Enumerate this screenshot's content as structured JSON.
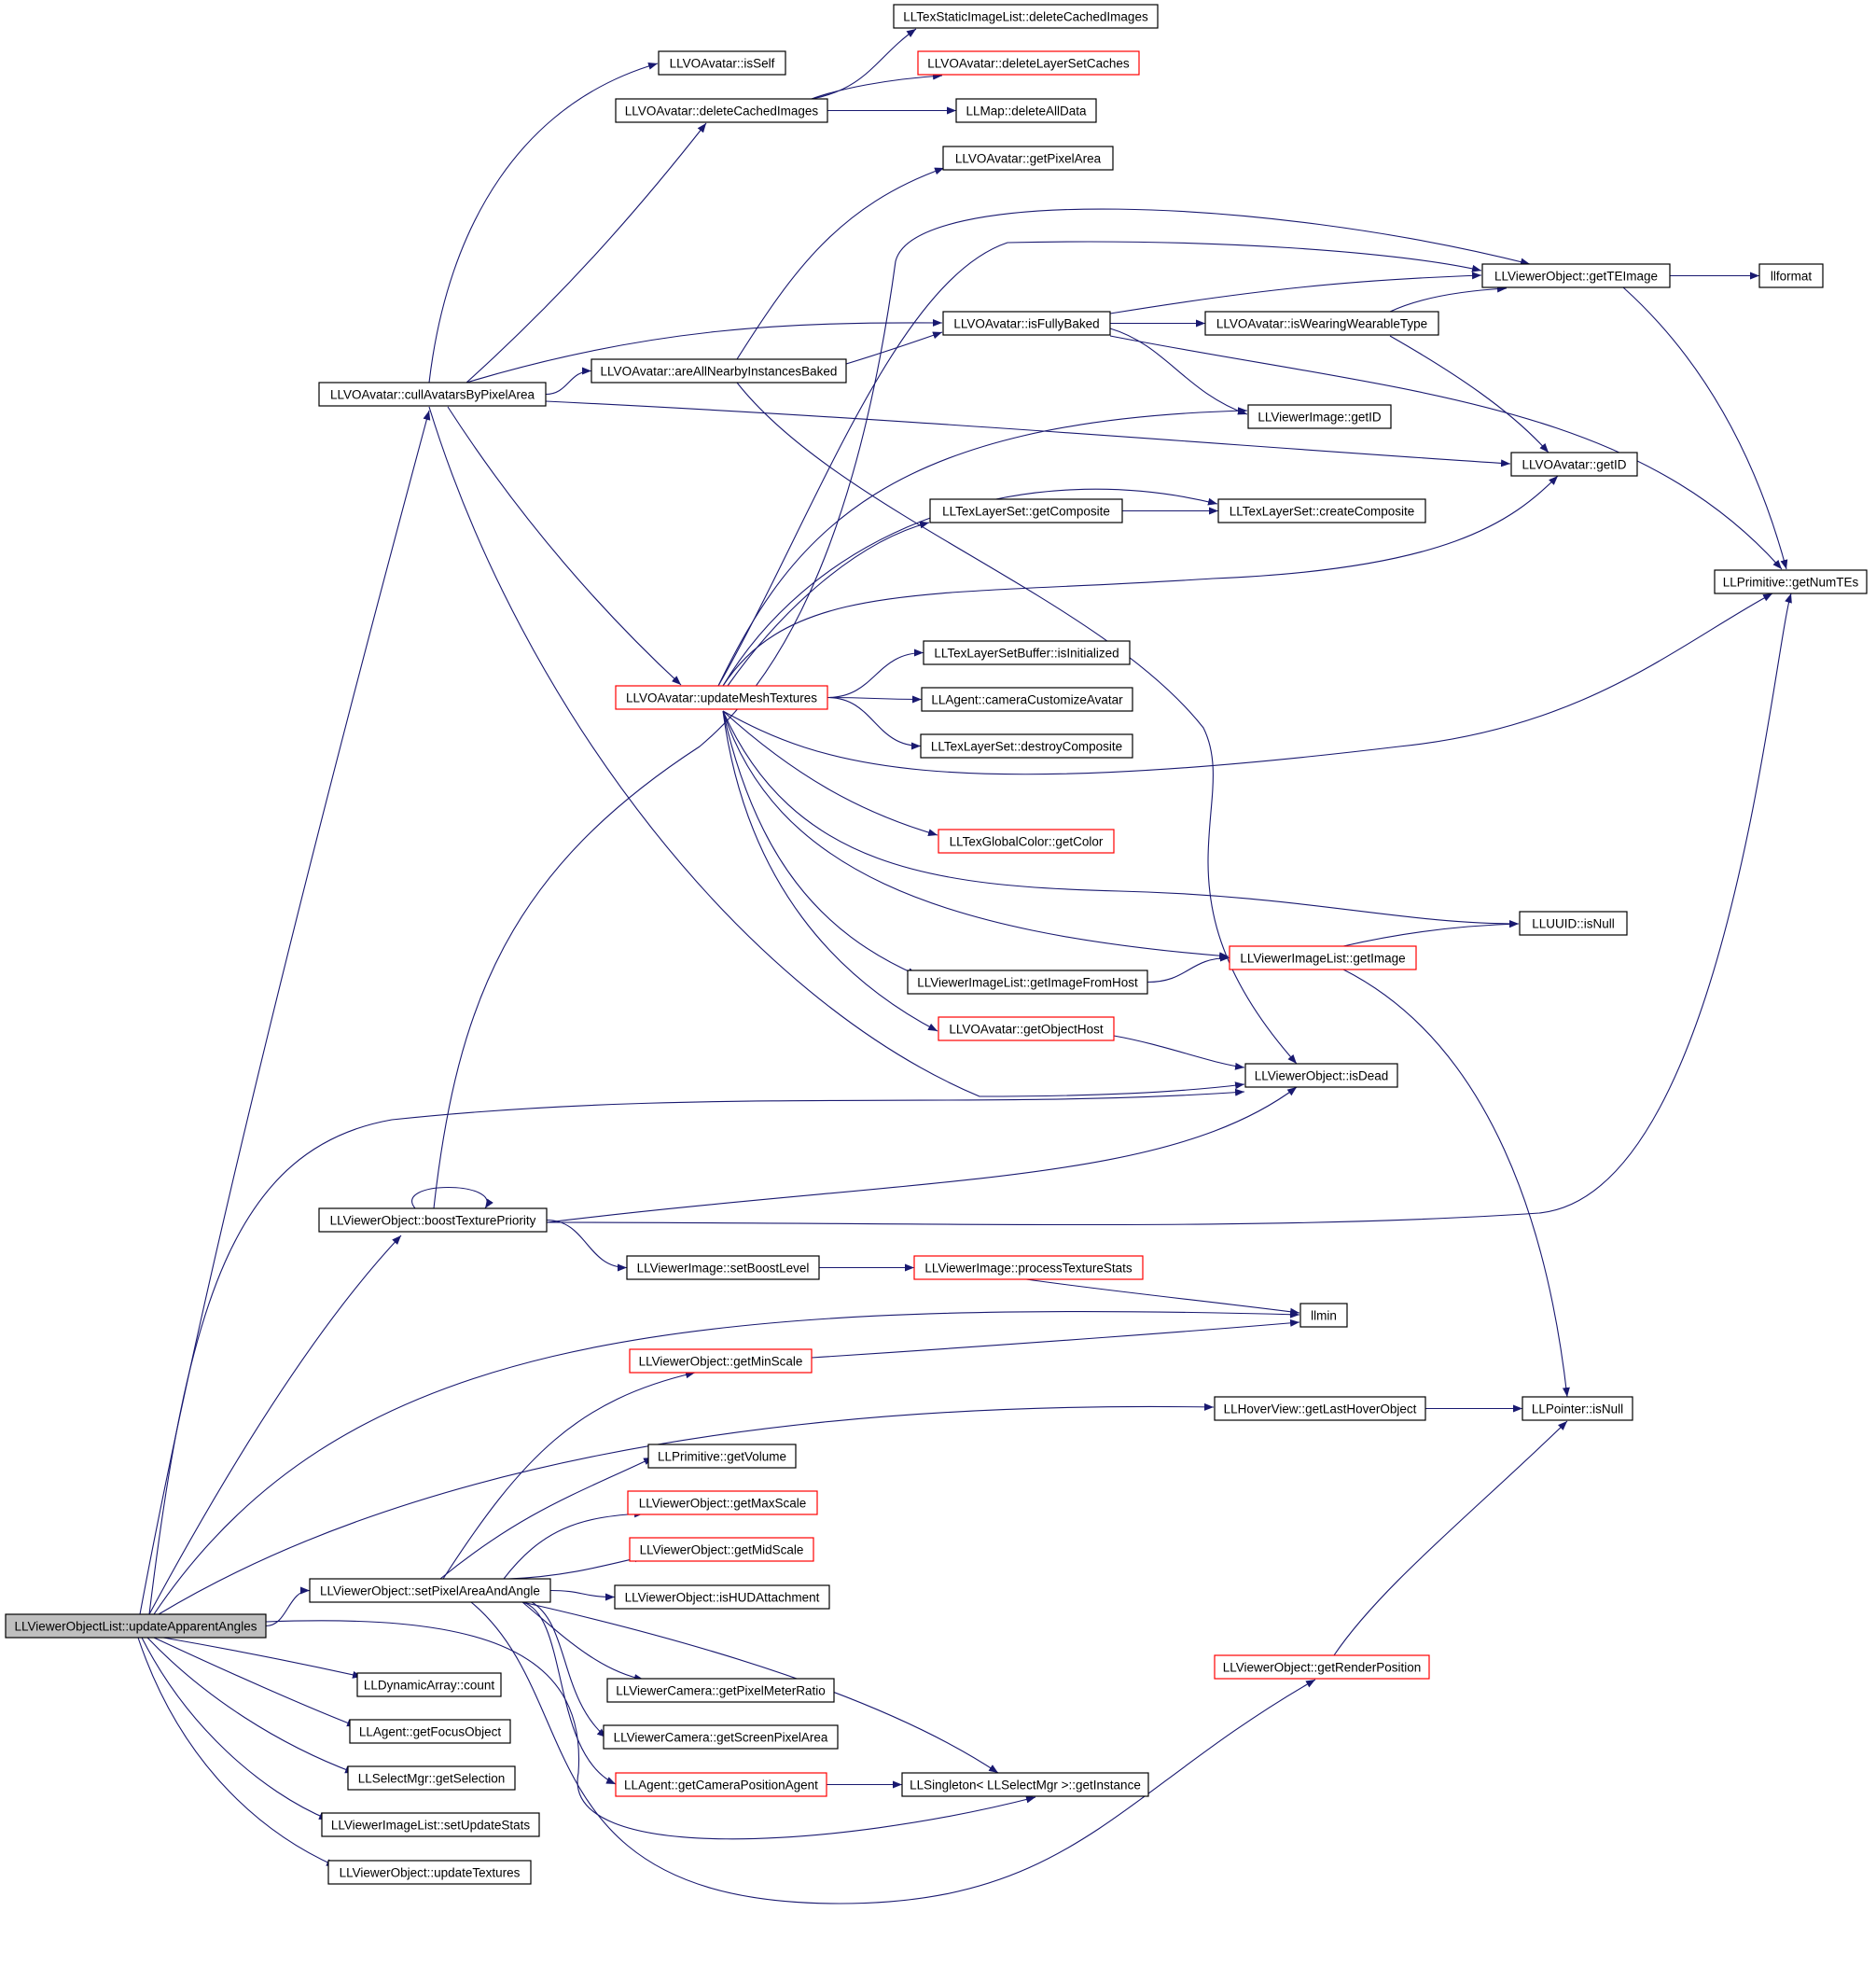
{
  "colors": {
    "edge": "#191970",
    "border_normal": "#000000",
    "border_truncated": "#ff0000",
    "root_fill": "#bfbfbf",
    "node_fill": "#ffffff",
    "text": "#000000"
  },
  "nodes": [
    {
      "id": "root",
      "label": "LLViewerObjectList::updateApparentAngles",
      "style": "root"
    },
    {
      "id": "cull",
      "label": "LLVOAvatar::cullAvatarsByPixelArea",
      "style": "normal"
    },
    {
      "id": "boost",
      "label": "LLViewerObject::boostTexturePriority",
      "style": "normal"
    },
    {
      "id": "setpix",
      "label": "LLViewerObject::setPixelAreaAndAngle",
      "style": "normal"
    },
    {
      "id": "count",
      "label": "LLDynamicArray::count",
      "style": "normal"
    },
    {
      "id": "focus",
      "label": "LLAgent::getFocusObject",
      "style": "normal"
    },
    {
      "id": "getsel",
      "label": "LLSelectMgr::getSelection",
      "style": "normal"
    },
    {
      "id": "setupd",
      "label": "LLViewerImageList::setUpdateStats",
      "style": "normal"
    },
    {
      "id": "updtex",
      "label": "LLViewerObject::updateTextures",
      "style": "normal"
    },
    {
      "id": "isself",
      "label": "LLVOAvatar::isSelf",
      "style": "normal"
    },
    {
      "id": "delcached",
      "label": "LLVOAvatar::deleteCachedImages",
      "style": "normal"
    },
    {
      "id": "areall",
      "label": "LLVOAvatar::areAllNearbyInstancesBaked",
      "style": "normal"
    },
    {
      "id": "updmesh",
      "label": "LLVOAvatar::updateMeshTextures",
      "style": "truncated"
    },
    {
      "id": "texstatic",
      "label": "LLTexStaticImageList::deleteCachedImages",
      "style": "normal"
    },
    {
      "id": "dellayer",
      "label": "LLVOAvatar::deleteLayerSetCaches",
      "style": "truncated"
    },
    {
      "id": "mapdel",
      "label": "LLMap::deleteAllData",
      "style": "normal"
    },
    {
      "id": "getpixarea",
      "label": "LLVOAvatar::getPixelArea",
      "style": "normal"
    },
    {
      "id": "isfully",
      "label": "LLVOAvatar::isFullyBaked",
      "style": "normal"
    },
    {
      "id": "iswearing",
      "label": "LLVOAvatar::isWearingWearableType",
      "style": "normal"
    },
    {
      "id": "gette",
      "label": "LLViewerObject::getTEImage",
      "style": "normal"
    },
    {
      "id": "llformat",
      "label": "llformat",
      "style": "normal"
    },
    {
      "id": "imgid",
      "label": "LLViewerImage::getID",
      "style": "normal"
    },
    {
      "id": "avid",
      "label": "LLVOAvatar::getID",
      "style": "normal"
    },
    {
      "id": "getcomp",
      "label": "LLTexLayerSet::getComposite",
      "style": "normal"
    },
    {
      "id": "createcomp",
      "label": "LLTexLayerSet::createComposite",
      "style": "normal"
    },
    {
      "id": "numtes",
      "label": "LLPrimitive::getNumTEs",
      "style": "normal"
    },
    {
      "id": "isinit",
      "label": "LLTexLayerSetBuffer::isInitialized",
      "style": "normal"
    },
    {
      "id": "camcust",
      "label": "LLAgent::cameraCustomizeAvatar",
      "style": "normal"
    },
    {
      "id": "destroycomp",
      "label": "LLTexLayerSet::destroyComposite",
      "style": "normal"
    },
    {
      "id": "getcolor",
      "label": "LLTexGlobalColor::getColor",
      "style": "truncated"
    },
    {
      "id": "uuidnull",
      "label": "LLUUID::isNull",
      "style": "normal"
    },
    {
      "id": "getimage",
      "label": "LLViewerImageList::getImage",
      "style": "truncated"
    },
    {
      "id": "getfromhost",
      "label": "LLViewerImageList::getImageFromHost",
      "style": "normal"
    },
    {
      "id": "objhost",
      "label": "LLVOAvatar::getObjectHost",
      "style": "truncated"
    },
    {
      "id": "isdead",
      "label": "LLViewerObject::isDead",
      "style": "normal"
    },
    {
      "id": "setboost",
      "label": "LLViewerImage::setBoostLevel",
      "style": "normal"
    },
    {
      "id": "procstats",
      "label": "LLViewerImage::processTextureStats",
      "style": "truncated"
    },
    {
      "id": "llmin",
      "label": "llmin",
      "style": "normal"
    },
    {
      "id": "minscale",
      "label": "LLViewerObject::getMinScale",
      "style": "truncated"
    },
    {
      "id": "hover",
      "label": "LLHoverView::getLastHoverObject",
      "style": "normal"
    },
    {
      "id": "ptrnull",
      "label": "LLPointer::isNull",
      "style": "normal"
    },
    {
      "id": "getvol",
      "label": "LLPrimitive::getVolume",
      "style": "normal"
    },
    {
      "id": "maxscale",
      "label": "LLViewerObject::getMaxScale",
      "style": "truncated"
    },
    {
      "id": "midscale",
      "label": "LLViewerObject::getMidScale",
      "style": "truncated"
    },
    {
      "id": "ishud",
      "label": "LLViewerObject::isHUDAttachment",
      "style": "normal"
    },
    {
      "id": "pixmeter",
      "label": "LLViewerCamera::getPixelMeterRatio",
      "style": "normal"
    },
    {
      "id": "screenpix",
      "label": "LLViewerCamera::getScreenPixelArea",
      "style": "normal"
    },
    {
      "id": "campos",
      "label": "LLAgent::getCameraPositionAgent",
      "style": "truncated"
    },
    {
      "id": "singleton",
      "label": "LLSingleton< LLSelectMgr >::getInstance",
      "style": "normal"
    },
    {
      "id": "renderpos",
      "label": "LLViewerObject::getRenderPosition",
      "style": "truncated"
    }
  ]
}
